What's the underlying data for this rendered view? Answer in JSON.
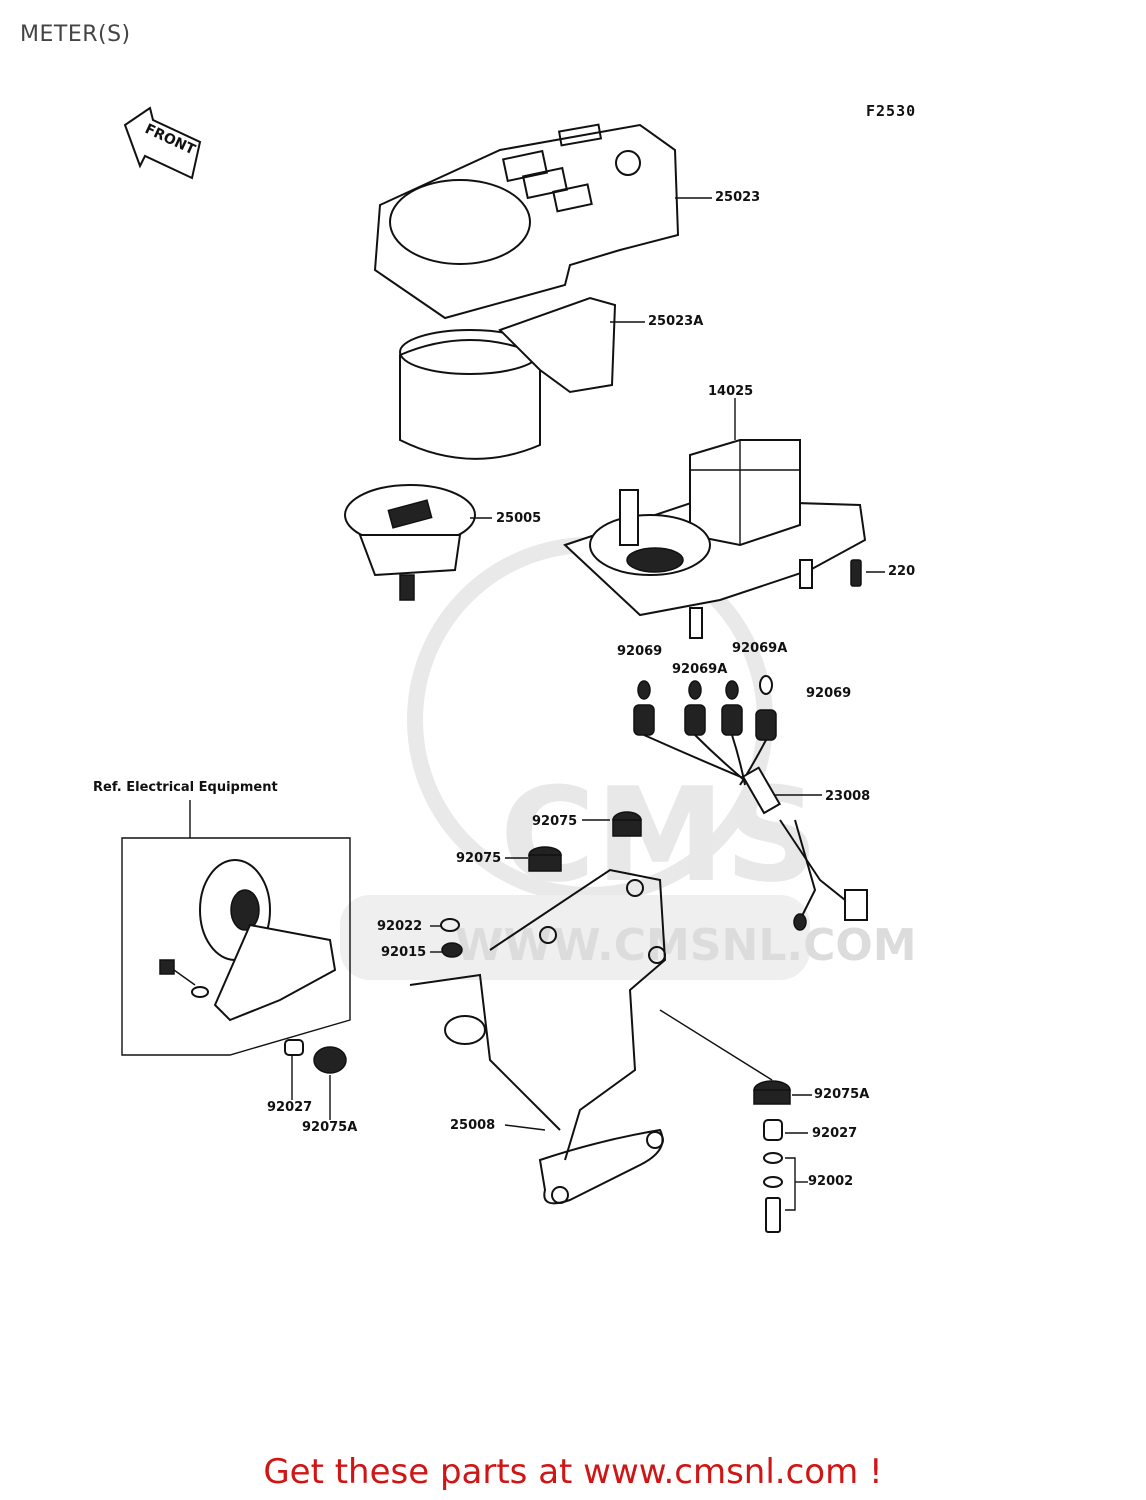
{
  "page": {
    "title": "METER(S)",
    "figure_code": "F2530",
    "front_label": "FRONT",
    "reference_label": "Ref. Electrical Equipment",
    "watermark_text": "CMS",
    "watermark_url": "WWW.CMSNL.COM",
    "cta": "Get these parts at www.cmsnl.com !"
  },
  "parts": {
    "p25023": "25023",
    "p25023A": "25023A",
    "p14025": "14025",
    "p25005": "25005",
    "p220": "220",
    "p92069_left": "92069",
    "p92069A_left": "92069A",
    "p92069A_right": "92069A",
    "p92069_right": "92069",
    "p23008": "23008",
    "p92075_top": "92075",
    "p92075_mid": "92075",
    "p92022": "92022",
    "p92015": "92015",
    "p92075A_right": "92075A",
    "p92027_right": "92027",
    "p92002": "92002",
    "p25008": "25008",
    "p92027_left": "92027",
    "p92075A_left": "92075A"
  }
}
